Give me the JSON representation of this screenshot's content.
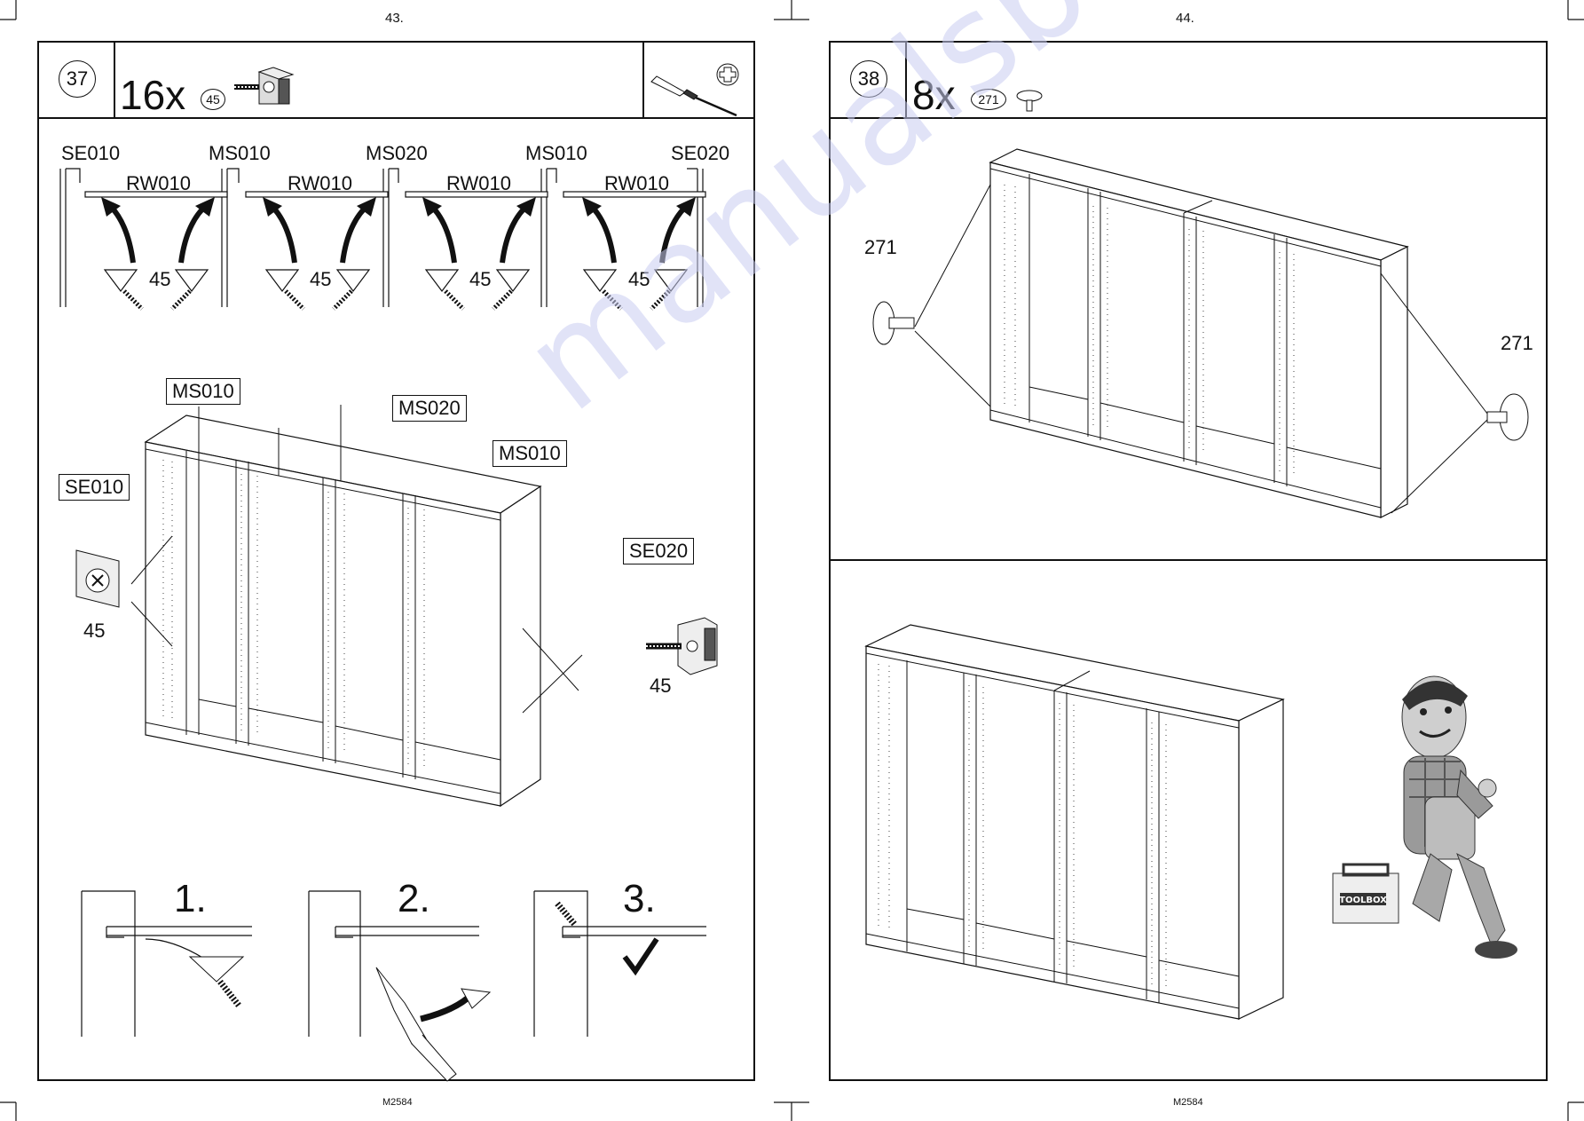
{
  "left_page": {
    "page_number": "43.",
    "footer": "M2584",
    "step": {
      "number": "37",
      "quantity": "16x",
      "part_number": "45",
      "top_labels": [
        "SE010",
        "MS010",
        "MS020",
        "MS010",
        "SE020"
      ],
      "rail_labels": [
        "RW010",
        "RW010",
        "RW010",
        "RW010"
      ],
      "screw_labels": [
        "45",
        "45",
        "45",
        "45"
      ],
      "callouts": {
        "ms010_a": "MS010",
        "ms020": "MS020",
        "ms010_b": "MS010",
        "se010": "SE010",
        "se020": "SE020"
      },
      "left_detail_label": "45",
      "right_detail_label": "45",
      "substeps": [
        "1.",
        "2.",
        "3."
      ]
    }
  },
  "right_page": {
    "page_number": "44.",
    "footer": "M2584",
    "step": {
      "number": "38",
      "quantity": "8x",
      "part_number": "271",
      "left_callout": "271",
      "right_callout": "271"
    },
    "toolbox_label": "TOOLBOX"
  },
  "watermark": "manualsbase.com"
}
